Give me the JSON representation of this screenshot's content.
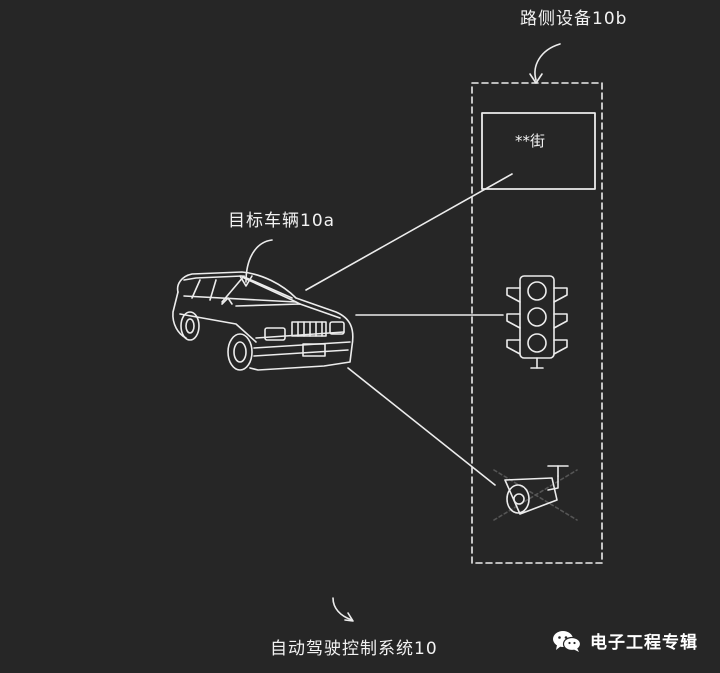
{
  "diagram": {
    "roadside_label": "路侧设备10b",
    "target_label": "目标车辆10a",
    "system_label": "自动驾驶控制系统10",
    "sign_text": "**街",
    "nodes": [
      {
        "id": "street-sign",
        "icon": "street-sign-icon"
      },
      {
        "id": "traffic-light",
        "icon": "traffic-light-icon"
      },
      {
        "id": "camera",
        "icon": "surveillance-camera-icon"
      },
      {
        "id": "vehicle",
        "icon": "car-icon"
      }
    ]
  },
  "watermark": {
    "text": "电子工程专辑",
    "icon": "wechat-icon"
  },
  "colors": {
    "background": "#262626",
    "stroke": "#f0f0f0"
  }
}
